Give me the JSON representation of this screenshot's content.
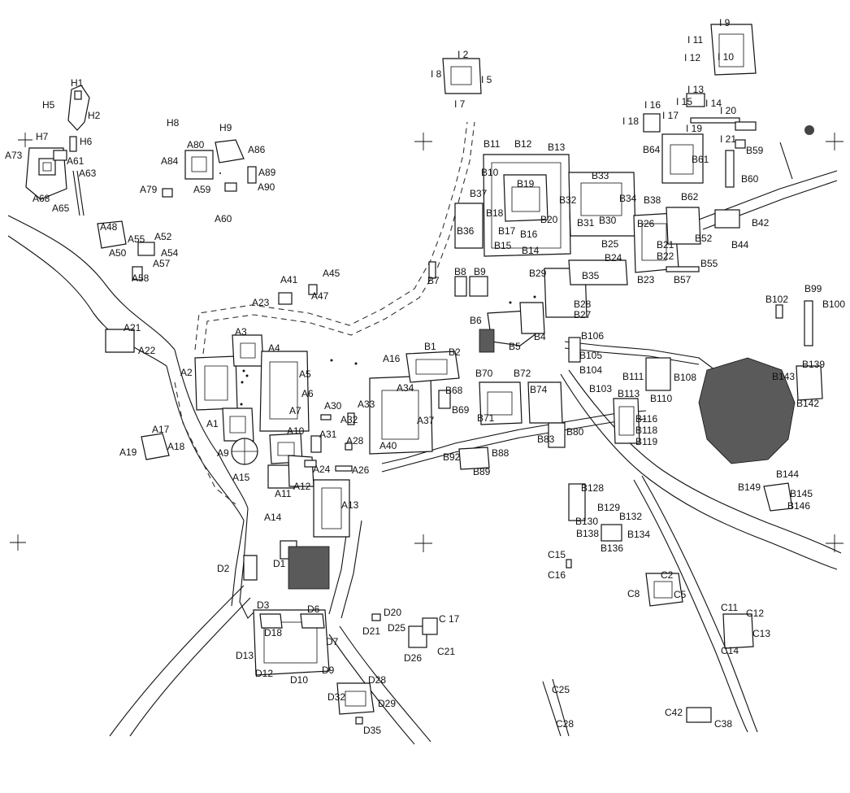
{
  "map": {
    "labels": {
      "H1": "H1",
      "H2": "H2",
      "H5": "H5",
      "H6": "H6",
      "H7": "H7",
      "H8": "H8",
      "H9": "H9",
      "A1": "A1",
      "A2": "A2",
      "A3": "A3",
      "A4": "A4",
      "A5": "A5",
      "A6": "A6",
      "A7": "A7",
      "A9": "A9",
      "A10": "A10",
      "A11": "A11",
      "A12": "A12",
      "A13": "A13",
      "A14": "A14",
      "A15": "A15",
      "A16": "A16",
      "A17": "A17",
      "A18": "A18",
      "A19": "A19",
      "A21": "A21",
      "A22": "A22",
      "A23": "A23",
      "A24": "A24",
      "A26": "A26",
      "A28": "A28",
      "A30": "A30",
      "A31": "A31",
      "A32": "A32",
      "A33": "A33",
      "A34": "A34",
      "A37": "A37",
      "A40": "A40",
      "A41": "A41",
      "A45": "A45",
      "A47": "A47",
      "A48": "A48",
      "A50": "A50",
      "A52": "A52",
      "A54": "A54",
      "A55": "A55",
      "A57": "A57",
      "A58": "A58",
      "A59": "A59",
      "A60": "A60",
      "A61": "A61",
      "A63": "A63",
      "A65": "A65",
      "A68": "A68",
      "A73": "A73",
      "A79": "A79",
      "A80": "A80",
      "A84": "A84",
      "A86": "A86",
      "A89": "A89",
      "A90": "A90",
      "B1": "B1",
      "B2": "B2",
      "B4": "B4",
      "B5": "B5",
      "B6": "B6",
      "B7": "B7",
      "B8": "B8",
      "B9": "B9",
      "B10": "B10",
      "B11": "B11",
      "B12": "B12",
      "B13": "B13",
      "B14": "B14",
      "B15": "B15",
      "B16": "B16",
      "B17": "B17",
      "B18": "B18",
      "B19": "B19",
      "B20": "B20",
      "B21": "B21",
      "B22": "B22",
      "B23": "B23",
      "B24": "B24",
      "B25": "B25",
      "B26": "B26",
      "B27": "B27",
      "B28": "B28",
      "B29": "B29",
      "B30": "B30",
      "B31": "B31",
      "B32": "B32",
      "B33": "B33",
      "B34": "B34",
      "B35": "B35",
      "B36": "B36",
      "B37": "B37",
      "B38": "B38",
      "B42": "B42",
      "B44": "B44",
      "B52": "B52",
      "B55": "B55",
      "B57": "B57",
      "B59": "B59",
      "B60": "B60",
      "B61": "B61",
      "B62": "B62",
      "B64": "B64",
      "B68": "B68",
      "B69": "B69",
      "B70": "B70",
      "B71": "B71",
      "B72": "B72",
      "B74": "B74",
      "B80": "B80",
      "B83": "B83",
      "B88": "B88",
      "B89": "B89",
      "B92": "B92",
      "B99": "B99",
      "B100": "B100",
      "B102": "B102",
      "B103": "B103",
      "B104": "B104",
      "B105": "B105",
      "B106": "B106",
      "B108": "B108",
      "B110": "B110",
      "B111": "B111",
      "B113": "B113",
      "B116": "B116",
      "B118": "B118",
      "B119": "B119",
      "B128": "B128",
      "B129": "B129",
      "B130": "B130",
      "B132": "B132",
      "B134": "B134",
      "B136": "B136",
      "B138": "B138",
      "B139": "B139",
      "B142": "B142",
      "B143": "B143",
      "B144": "B144",
      "B145": "B145",
      "B146": "B146",
      "B149": "B149",
      "C2": "C2",
      "C5": "C5",
      "C8": "C8",
      "C11": "C11",
      "C12": "C12",
      "C13": "C13",
      "C14": "C14",
      "C15": "C15",
      "C16": "C16",
      "C17": "C 17",
      "C21": "C21",
      "C25": "C25",
      "C28": "C28",
      "C38": "C38",
      "C42": "C42",
      "D1": "D1",
      "D2": "D2",
      "D3": "D3",
      "D6": "D6",
      "D7": "D7",
      "D9": "D9",
      "D10": "D10",
      "D12": "D12",
      "D13": "D13",
      "D18": "D18",
      "D20": "D20",
      "D21": "D21",
      "D25": "D25",
      "D26": "D26",
      "D28": "D28",
      "D29": "D29",
      "D32": "D32",
      "D35": "D35",
      "I2": "I 2",
      "I5": "I 5",
      "I7": "I 7",
      "I8": "I 8",
      "I9": "I 9",
      "I10": "I 10",
      "I11": "I 11",
      "I12": "I 12",
      "I13": "I 13",
      "I14": "I 14",
      "I15": "I 15",
      "I16": "I 16",
      "I17": "I 17",
      "I18": "I 18",
      "I19": "I 19",
      "I20": "I 20",
      "I21": "I 21"
    }
  }
}
